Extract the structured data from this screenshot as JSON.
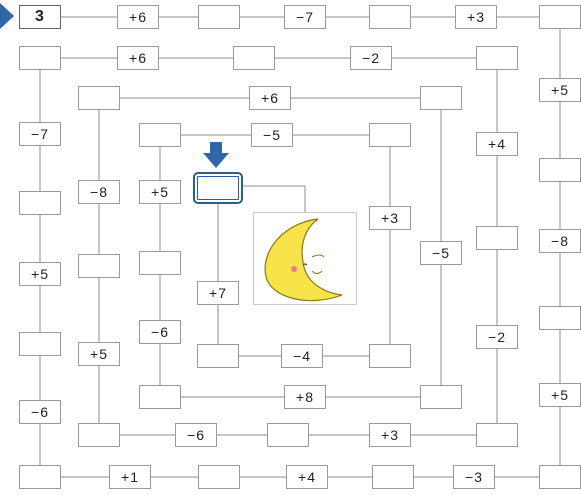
{
  "puzzle": {
    "start": "3",
    "cells": [
      "+6",
      "−7",
      "+3",
      "+6",
      "−2",
      "+5",
      "+6",
      "−7",
      "−5",
      "+4",
      "−8",
      "+5",
      "+3",
      "−8",
      "−5",
      "+5",
      "+7",
      "−6",
      "+5",
      "−4",
      "−2",
      "−6",
      "+5",
      "+8",
      "−6",
      "+3",
      "+1",
      "+4",
      "−3"
    ],
    "target": "",
    "empty": ""
  },
  "icons": {
    "start": "play-triangle-icon",
    "pointer": "down-arrow-icon",
    "picture": "crescent-moon-icon"
  },
  "colors": {
    "arrow": "#2f67a8",
    "moon": "#f7e34a",
    "moon_outline": "#8a7a10",
    "cheek": "#ef7a8c",
    "line": "#8e8e8e",
    "box_border": "#9a9a9a",
    "target_border": "#2b5d93"
  }
}
